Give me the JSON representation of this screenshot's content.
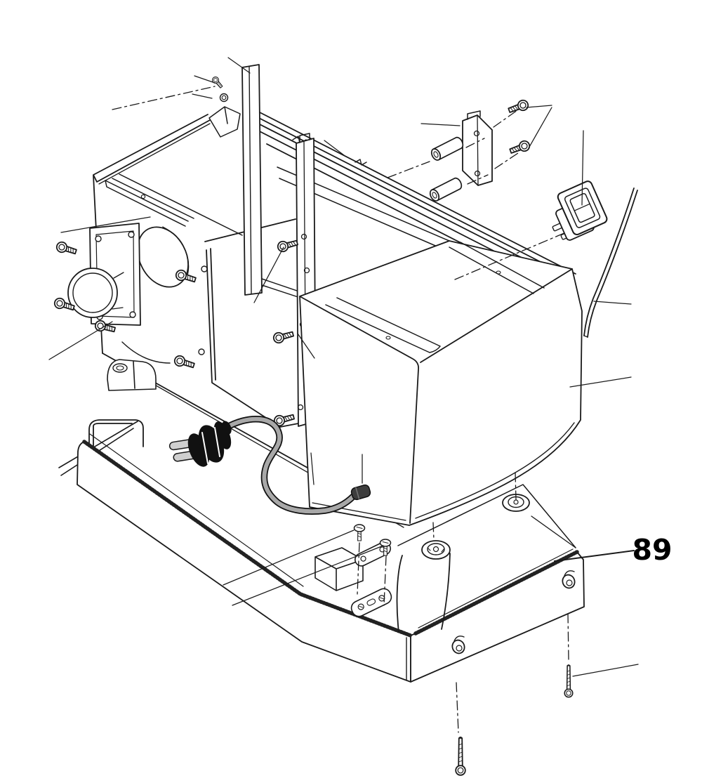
{
  "figure": {
    "type": "exploded-parts-diagram",
    "background_color": "#ffffff",
    "line_color": "#1a1a1a",
    "cord_color": "#a8a8a8",
    "plug_color": "#111111",
    "callout": {
      "label": "89",
      "points_to": "base-pan-rim"
    },
    "parts": [
      {
        "name": "chassis-frame"
      },
      {
        "name": "guide-column"
      },
      {
        "name": "mounting-panel"
      },
      {
        "name": "side-plate"
      },
      {
        "name": "motor-assembly"
      },
      {
        "name": "motor-mount-screws"
      },
      {
        "name": "switch-plate"
      },
      {
        "name": "spacers"
      },
      {
        "name": "rocker-switch"
      },
      {
        "name": "switch-wire"
      },
      {
        "name": "cover-housing"
      },
      {
        "name": "power-cord"
      },
      {
        "name": "power-plug"
      },
      {
        "name": "strain-relief-grommet"
      },
      {
        "name": "cord-clamp"
      },
      {
        "name": "anchor-plate"
      },
      {
        "name": "terminal-box"
      },
      {
        "name": "base-pan"
      },
      {
        "name": "base-screws"
      }
    ]
  }
}
